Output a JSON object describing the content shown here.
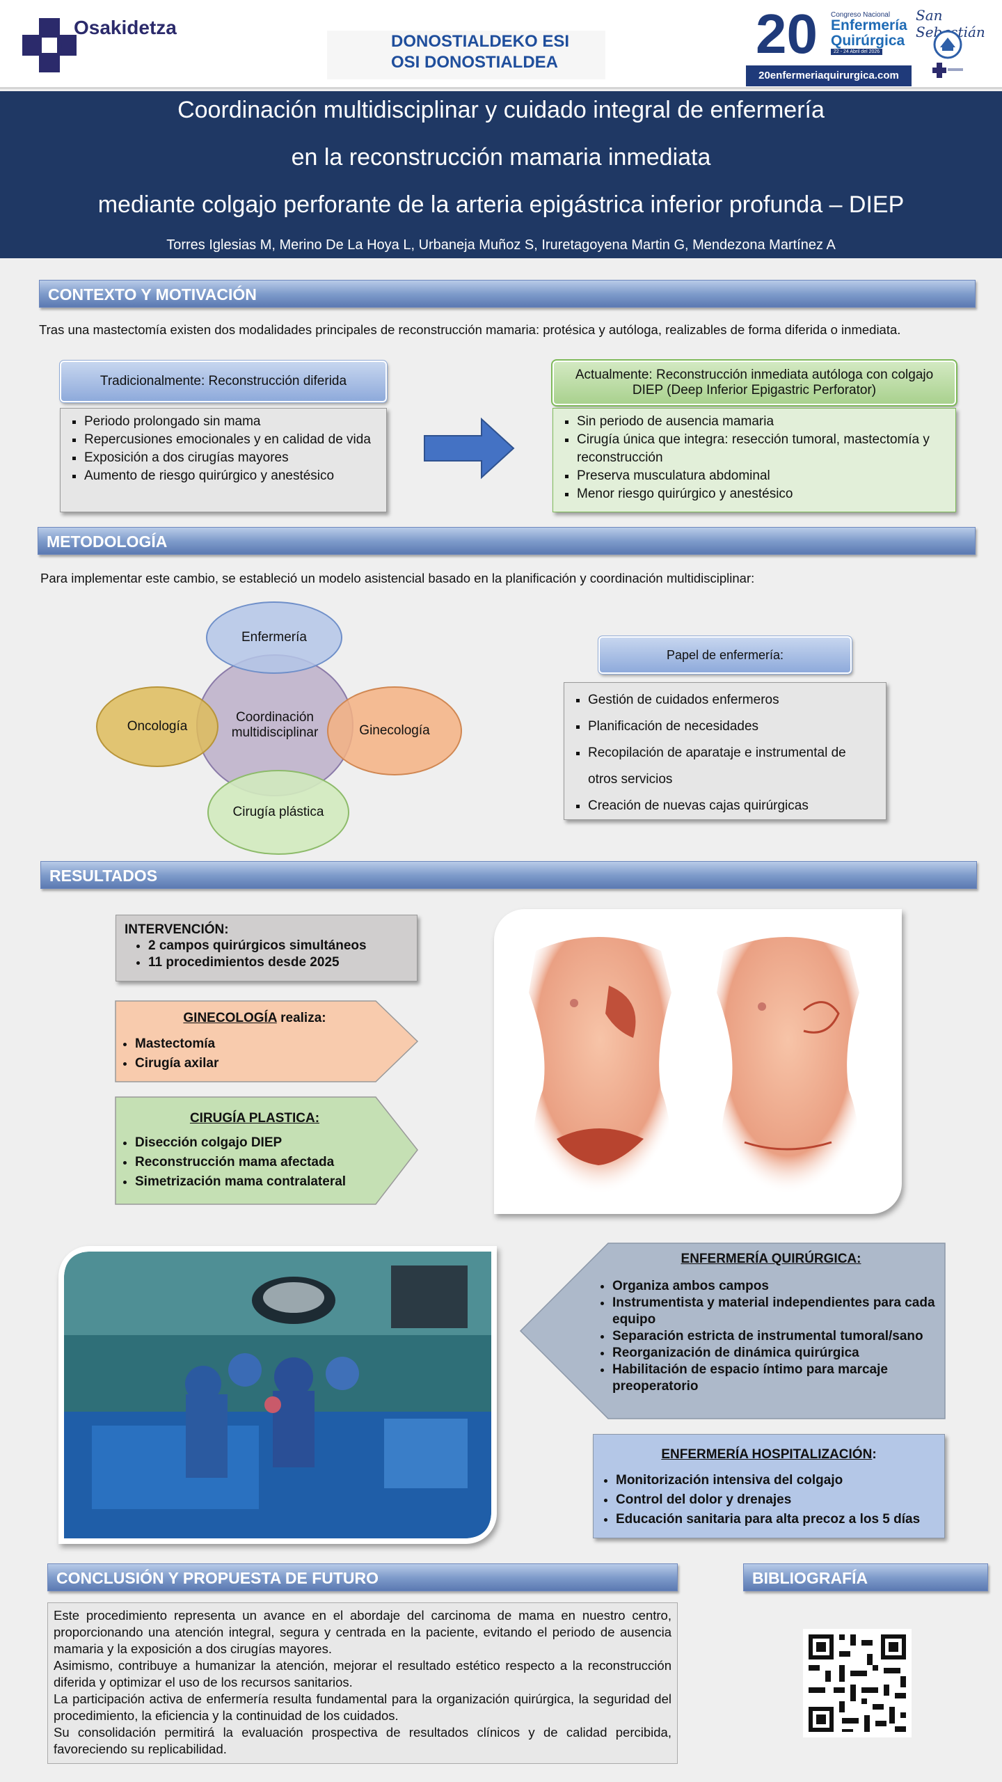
{
  "header": {
    "logo_name": "Osakidetza",
    "org_line1": "DONOSTIALDEKO ESI",
    "org_line2": "OSI DONOSTIALDEA",
    "congress_number": "20",
    "congress_small": "Congreso Nacional",
    "congress_name_line1": "Enfermería",
    "congress_name_line2": "Quirúrgica",
    "congress_dates": "22 - 24 Abril del 2026",
    "congress_url": "20enfermeriaquirurgica.com",
    "city_script": "San Sebastián"
  },
  "title": {
    "line1": "Coordinación multidisciplinar y cuidado integral de enfermería",
    "line2": "en la reconstrucción mamaria inmediata",
    "line3": "mediante colgajo perforante de la arteria epigástrica inferior profunda – DIEP",
    "authors": "Torres Iglesias M, Merino De La Hoya L, Urbaneja Muñoz S, Iruretagoyena Martin G, Mendezona Martínez A"
  },
  "contexto": {
    "header": "CONTEXTO Y MOTIVACIÓN",
    "intro": "Tras una mastectomía existen dos modalidades principales de reconstrucción mamaria: protésica y autóloga, realizables de forma diferida o inmediata.",
    "left_title": "Tradicionalmente: Reconstrucción diferida",
    "left_items": [
      "Periodo prolongado sin mama",
      "Repercusiones emocionales y en calidad de vida",
      "Exposición a dos cirugías mayores",
      "Aumento de riesgo quirúrgico y anestésico"
    ],
    "right_title": "Actualmente: Reconstrucción inmediata autóloga con colgajo DIEP (Deep Inferior Epigastric Perforator)",
    "right_items": [
      "Sin periodo de ausencia mamaria",
      "Cirugía única que integra: resección tumoral, mastectomía y reconstrucción",
      "Preserva musculatura abdominal",
      "Menor riesgo quirúrgico y anestésico"
    ]
  },
  "metodologia": {
    "header": "METODOLOGÍA",
    "intro": "Para implementar este cambio, se estableció un modelo asistencial basado en la planificación y coordinación multidisciplinar:",
    "center": "Coordinación multidisciplinar",
    "top": "Enfermería",
    "left": "Oncología",
    "right": "Ginecología",
    "bottom": "Cirugía plástica",
    "role_title": "Papel de enfermería:",
    "role_items": [
      "Gestión de cuidados enfermeros",
      "Planificación de necesidades",
      "Recopilación de aparataje e instrumental de otros servicios",
      "Creación de nuevas cajas quirúrgicas"
    ]
  },
  "resultados": {
    "header": "RESULTADOS",
    "intervencion_title": "INTERVENCIÓN:",
    "intervencion_items": [
      "2 campos quirúrgicos simultáneos",
      "11 procedimientos desde 2025"
    ],
    "gine_title_u": "GINECOLOGÍA",
    "gine_title_rest": " realiza:",
    "gine_items": [
      "Mastectomía",
      "Cirugía axilar"
    ],
    "plast_title": "CIRUGÍA PLASTICA:",
    "plast_items": [
      "Disección colgajo DIEP",
      "Reconstrucción mama afectada",
      "Simetrización mama contralateral"
    ],
    "quir_title": "ENFERMERÍA QUIRÚRGICA:",
    "quir_items": [
      "Organiza ambos campos",
      "Instrumentista y material independientes para cada equipo",
      "Separación estricta de instrumental tumoral/sano",
      "Reorganización de dinámica quirúrgica",
      "Habilitación de espacio íntimo para marcaje preoperatorio"
    ],
    "hosp_title_u": "ENFERMERÍA HOSPITALIZACIÓN",
    "hosp_title_rest": ":",
    "hosp_items": [
      "Monitorización intensiva del colgajo",
      "Control del dolor y drenajes",
      "Educación sanitaria para alta precoz a los 5 días"
    ]
  },
  "conclusion": {
    "header": "CONCLUSIÓN Y PROPUESTA DE FUTURO",
    "paragraphs": [
      "Este procedimiento representa un avance en el abordaje del carcinoma de mama en nuestro centro, proporcionando una atención integral, segura y centrada en la paciente, evitando el periodo de ausencia mamaria y la exposición a dos cirugías mayores.",
      "Asimismo, contribuye a humanizar la atención, mejorar el resultado estético respecto a la reconstrucción diferida y optimizar el uso de los recursos sanitarios.",
      "La participación activa de enfermería resulta fundamental para la organización quirúrgica, la seguridad del procedimiento, la eficiencia y la continuidad de los cuidados.",
      "Su consolidación permitirá la evaluación prospectiva de resultados clínicos y de calidad percibida, favoreciendo su replicabilidad."
    ]
  },
  "bibliografia": {
    "header": "BIBLIOGRAFÍA"
  },
  "colors": {
    "navy": "#1f3864",
    "section_blue": "#5b79b2",
    "blue_box": "#8eaadb",
    "green_box": "#a9d18e",
    "orange_circle": "#f4b183",
    "gold_circle": "#e2c26a"
  }
}
